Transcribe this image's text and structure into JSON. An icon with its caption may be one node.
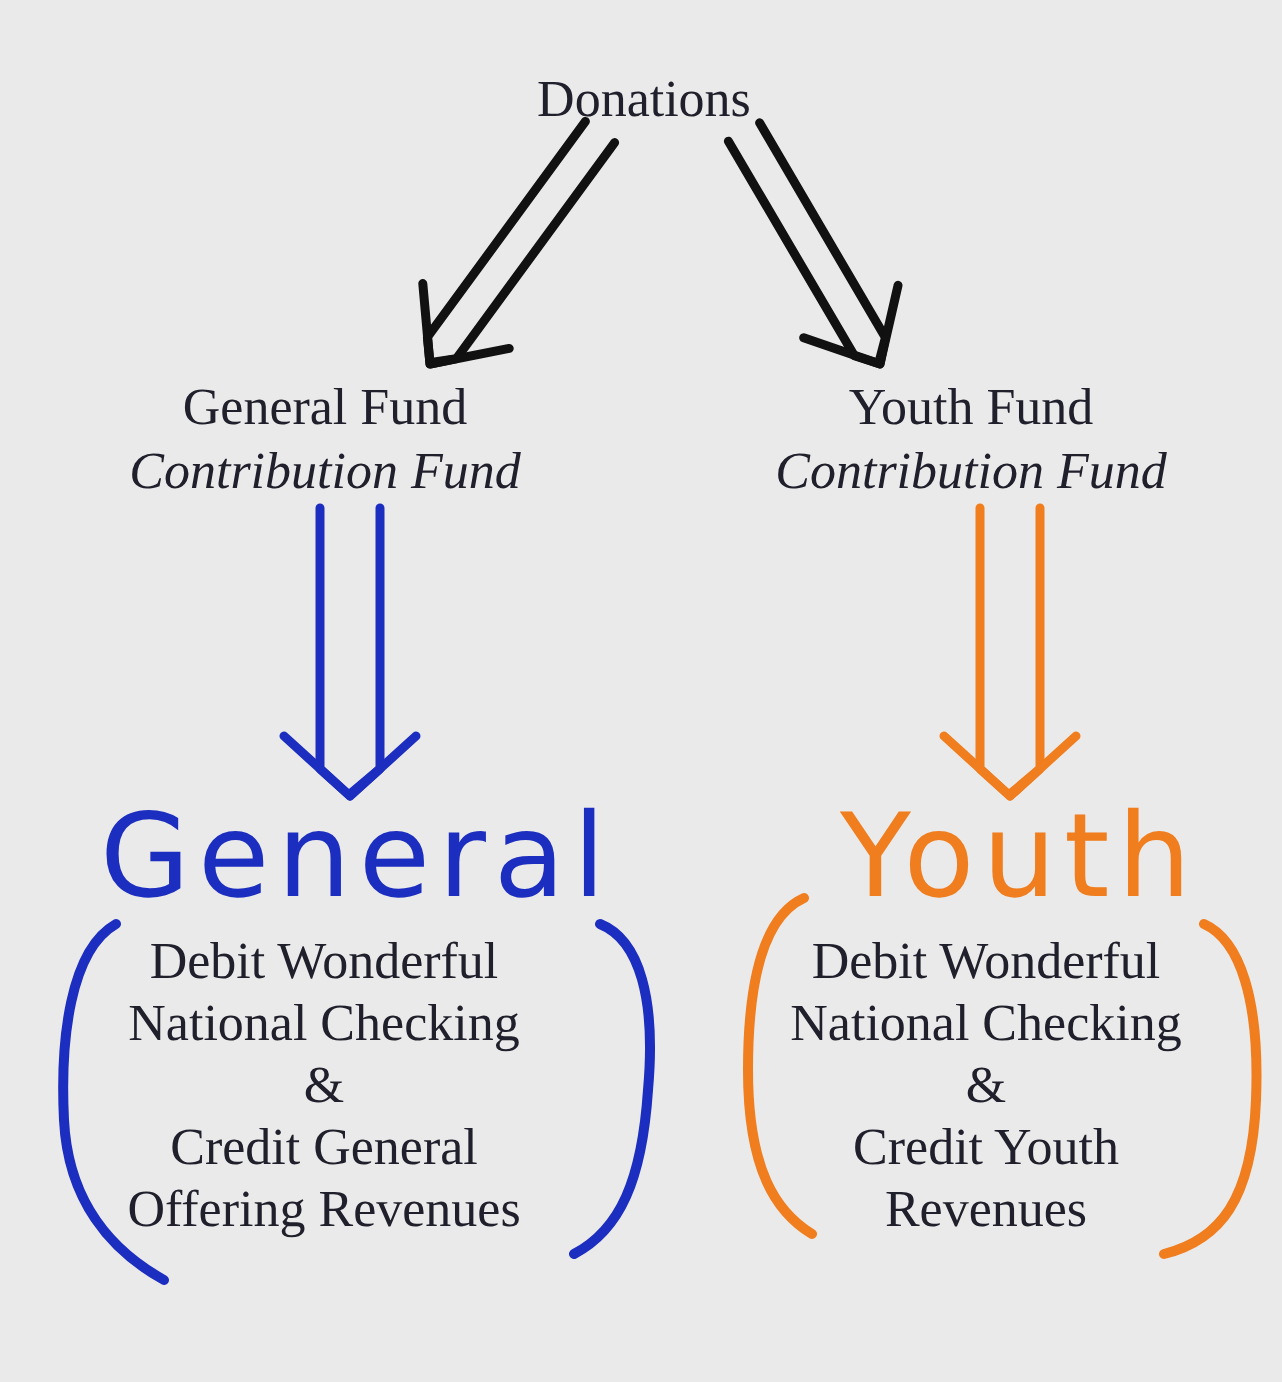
{
  "diagram": {
    "nodes": [
      {
        "text": [
          "Donations"
        ]
      },
      {
        "text": [
          "General Fund",
          "Contribution Fund"
        ]
      },
      {
        "text": [
          "Youth Fund",
          "Contribution Fund"
        ]
      },
      {
        "text": [
          "General",
          "Debit Wonderful National Checking & Credit General Offering Revenues"
        ]
      },
      {
        "text": [
          "Youth",
          "Debit Wonderful National Checking & Credit Youth Revenues"
        ]
      }
    ],
    "edges": [
      {
        "from": 0,
        "to": 1,
        "arrow": "to"
      },
      {
        "from": 0,
        "to": 2,
        "arrow": "to"
      },
      {
        "from": 1,
        "to": 3,
        "arrow": "to",
        "color": "#1c2ec0"
      },
      {
        "from": 2,
        "to": 4,
        "arrow": "to",
        "color": "#f07d1e"
      }
    ]
  }
}
